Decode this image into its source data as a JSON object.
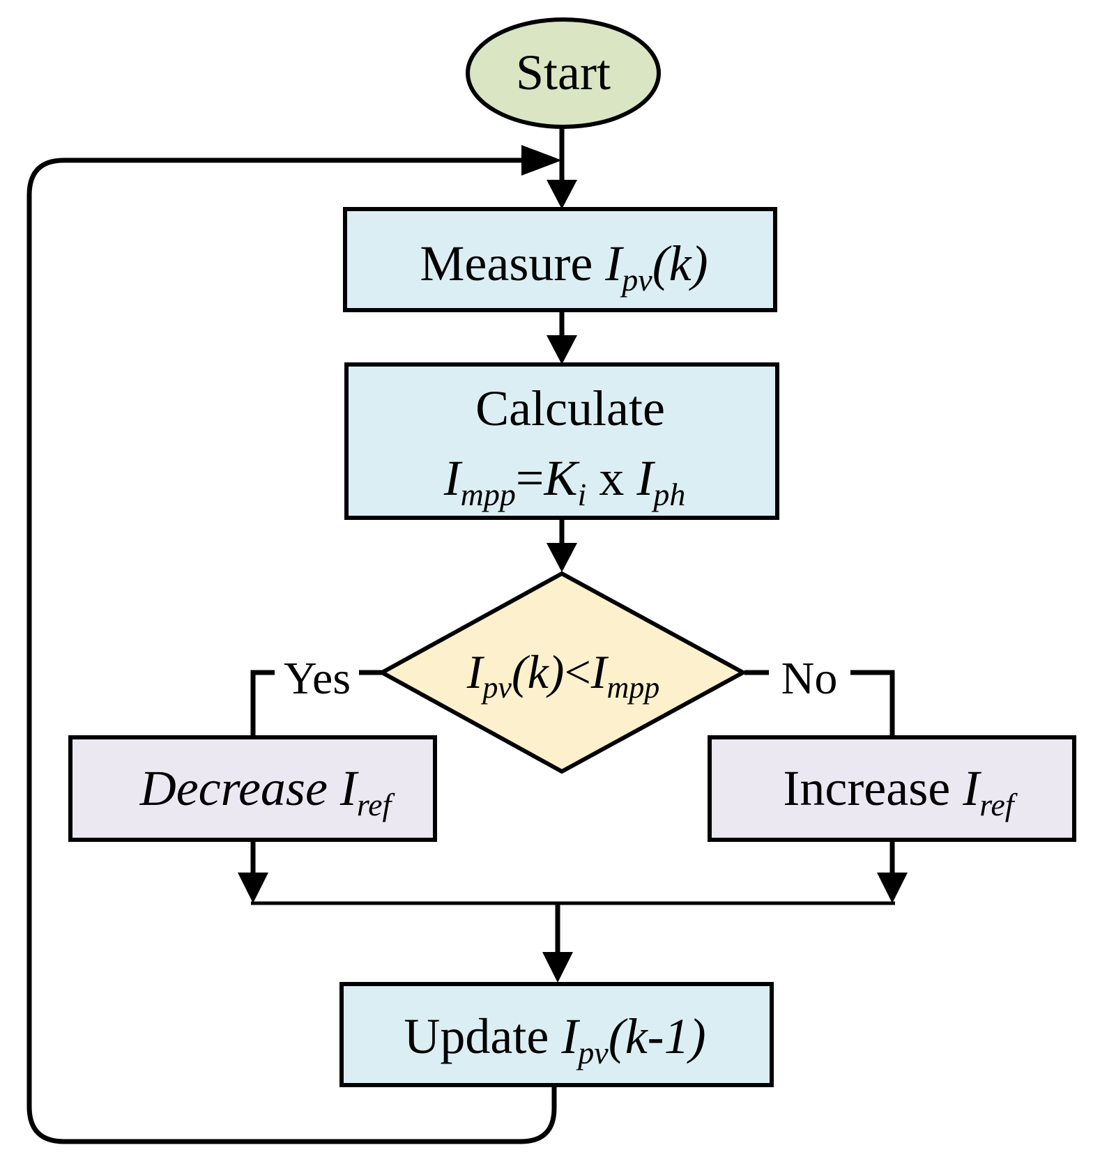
{
  "colors": {
    "start": "#d9e5c3",
    "process": "#dbeef4",
    "decision": "#fdf0cc",
    "branch": "#ebe8f1",
    "stroke": "#000000"
  },
  "nodes": {
    "start": {
      "label": "Start"
    },
    "measure": {
      "label": "Measure",
      "var_main": "I",
      "var_sub": "pv",
      "var_suffix": "(k)"
    },
    "calculate": {
      "label": "Calculate",
      "lhs_main": "I",
      "lhs_sub": "mpp",
      "eq": "=",
      "k_main": "K",
      "k_sub": "i",
      "times": " x ",
      "rhs_main": "I",
      "rhs_sub": "ph"
    },
    "decision": {
      "a_main": "I",
      "a_sub": "pv",
      "a_suffix": "(k)",
      "op": "<",
      "b_main": "I",
      "b_sub": "mpp"
    },
    "decrease": {
      "label": "Decrease ",
      "var_main": "I",
      "var_sub": "ref"
    },
    "increase": {
      "label": "Increase ",
      "var_main": "I",
      "var_sub": "ref"
    },
    "update": {
      "label": "Update ",
      "var_main": "I",
      "var_sub": "pv",
      "var_suffix": "(k-1)"
    }
  },
  "branch_labels": {
    "yes": "Yes",
    "no": "No"
  }
}
